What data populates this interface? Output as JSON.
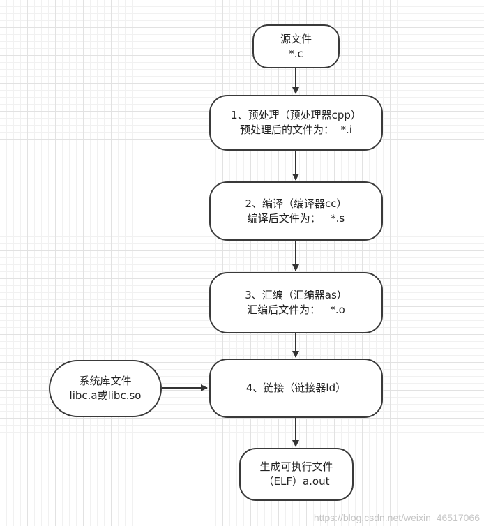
{
  "diagram": {
    "source": {
      "line1": "源文件",
      "line2": "*.c"
    },
    "preprocess": {
      "line1": "1、预处理（预处理器cpp）",
      "line2": "预处理后的文件为：  *.i"
    },
    "compile": {
      "line1": "2、编译（编译器cc）",
      "line2": "编译后文件为：   *.s"
    },
    "assemble": {
      "line1": "3、汇编（汇编器as）",
      "line2": "汇编后文件为：   *.o"
    },
    "link": {
      "line1": "4、链接（链接器ld）"
    },
    "syslib": {
      "line1": "系统库文件",
      "line2": "libc.a或libc.so"
    },
    "output": {
      "line1": "生成可执行文件",
      "line2": "（ELF）a.out"
    }
  },
  "watermark": "https://blog.csdn.net/weixin_46517066"
}
